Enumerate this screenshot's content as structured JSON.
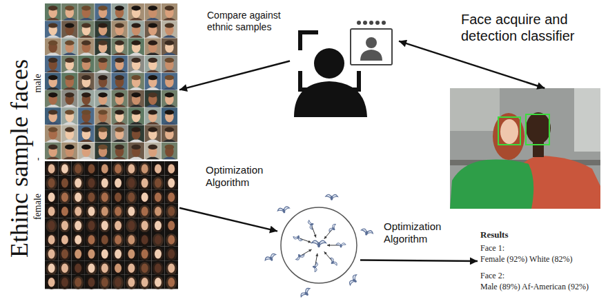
{
  "diagram": {
    "nodes": [
      {
        "text": [
          "Ethinc sample faces",
          "male",
          "-",
          "female"
        ]
      },
      {
        "text": []
      },
      {
        "text": []
      },
      {
        "text": []
      },
      {
        "text": [
          "Results",
          "Face 1:",
          "Female (92%) White (82%)",
          "Face 2:",
          "Male (89%) Af-American (92%)"
        ]
      }
    ],
    "edges": [
      {
        "from": 1,
        "to": 0,
        "arrow": "to",
        "label": "Compare against ethnic samples"
      },
      {
        "from": 1,
        "to": 2,
        "arrow": "both",
        "label": "Face acquire and detection classifier"
      },
      {
        "from": 0,
        "to": 3,
        "arrow": "to",
        "label": "Optimization Algorithm"
      },
      {
        "from": 3,
        "to": 4,
        "arrow": "to",
        "label": "Optimization Algorithm"
      }
    ]
  }
}
